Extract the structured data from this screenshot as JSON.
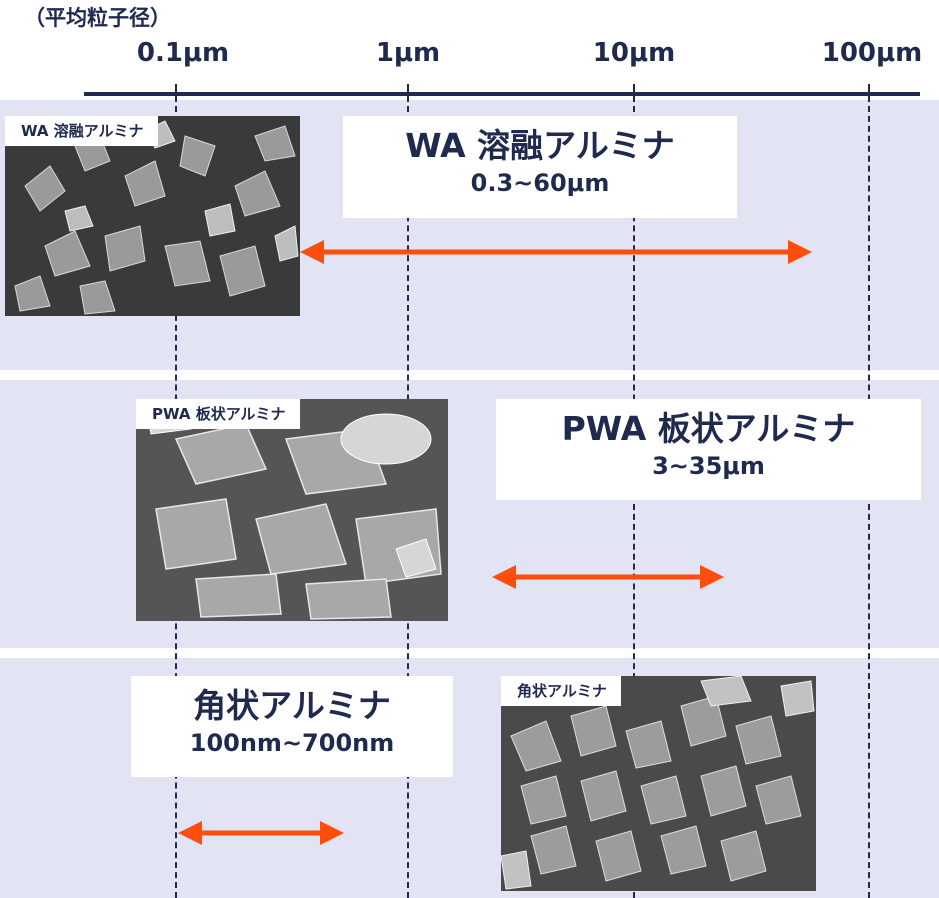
{
  "axis": {
    "caption": "（平均粒子径）",
    "ticks": [
      "0.1μm",
      "1μm",
      "10μm",
      "100μm"
    ]
  },
  "rows": [
    {
      "photo_tag": "WA 溶融アルミナ",
      "title": "WA 溶融アルミナ",
      "range": "0.3~60μm"
    },
    {
      "photo_tag": "PWA 板状アルミナ",
      "title": "PWA 板状アルミナ",
      "range": "3~35μm"
    },
    {
      "photo_tag": "角状アルミナ",
      "title": "角状アルミナ",
      "range": "100nm~700nm"
    }
  ],
  "colors": {
    "arrow": "#ff4d0d",
    "band": "#e2e4f4",
    "text": "#1f2a4e"
  }
}
